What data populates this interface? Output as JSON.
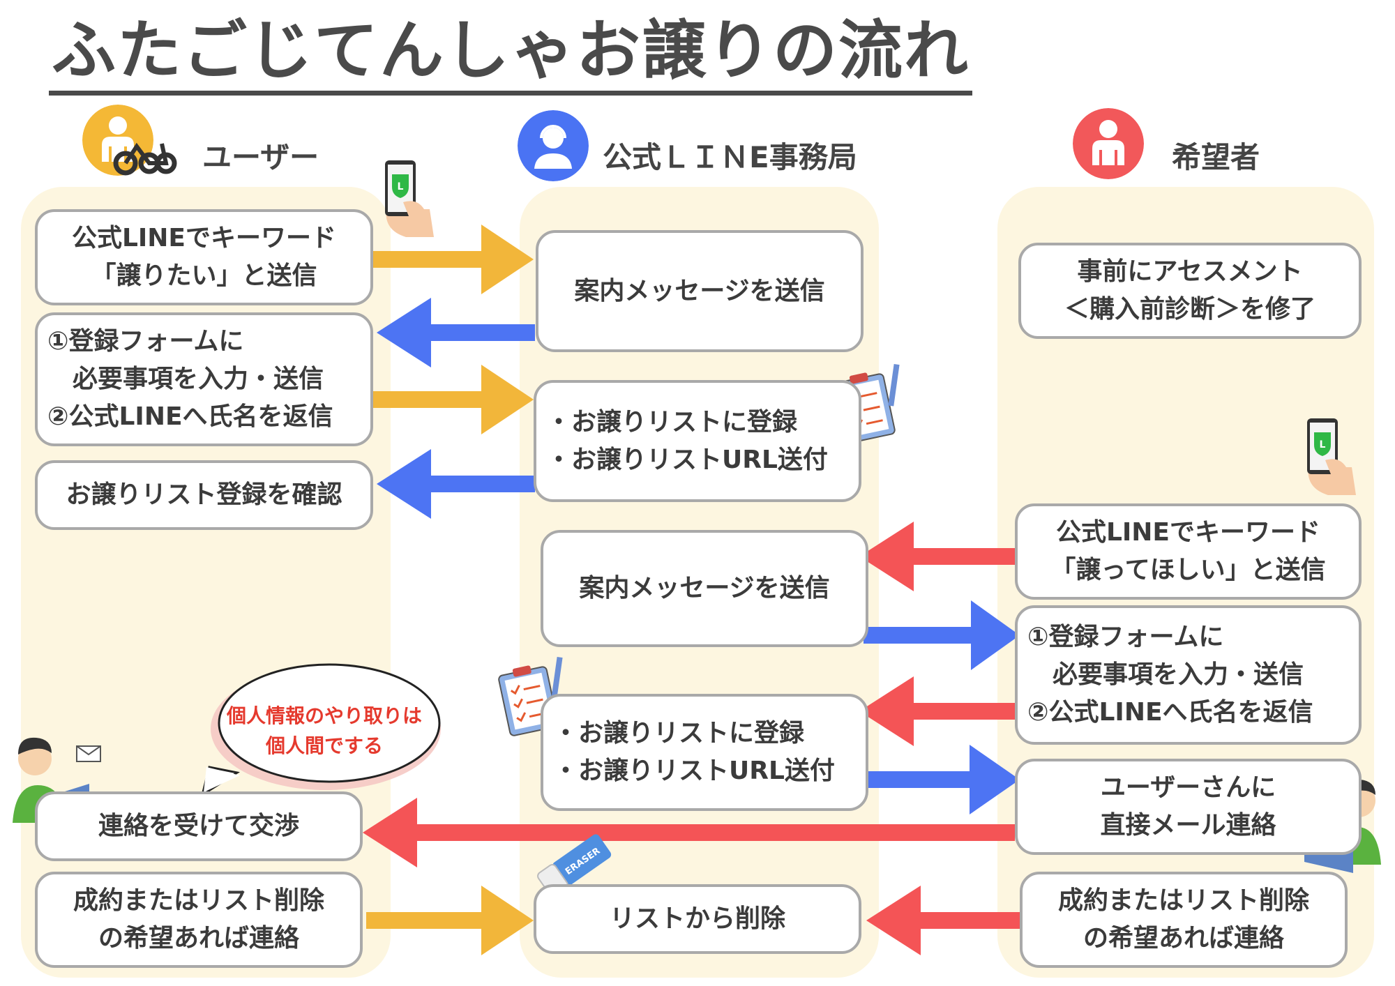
{
  "title": "ふたごじてんしゃお譲りの流れ",
  "lanes": {
    "user": {
      "label": "ユーザー",
      "color": "#f4b836"
    },
    "office": {
      "label": "公式ＬＩＮE事務局",
      "color": "#4a73f3"
    },
    "applicant": {
      "label": "希望者",
      "color": "#f2585a"
    }
  },
  "user_steps": [
    "公式LINEでキーワード\n「譲りたい」と送信",
    "①登録フォームに\n　必要事項を入力・送信\n②公式LINEへ氏名を返信",
    "お譲りリスト登録を確認",
    "連絡を受けて交渉",
    "成約またはリスト削除\nの希望あれば連絡"
  ],
  "office_steps": [
    "案内メッセージを送信",
    "・お譲りリストに登録\n・お譲りリストURL送付",
    "案内メッセージを送信",
    "・お譲りリストに登録\n・お譲りリストURL送付",
    "リストから削除"
  ],
  "applicant_steps": [
    "事前にアセスメント\n＜購入前診断＞を修了",
    "公式LINEでキーワード\n「譲ってほしい」と送信",
    "①登録フォームに\n　必要事項を入力・送信\n②公式LINEへ氏名を返信",
    "ユーザーさんに\n直接メール連絡",
    "成約またはリスト削除\nの希望あれば連絡"
  ],
  "speech_bubble": "個人情報のやり取りは\n個人間でする",
  "illustrations": {
    "phone_line_icon": "L",
    "eraser_label": "ERASER"
  },
  "colors": {
    "yellow_arrow": "#f2b63a",
    "blue_arrow": "#4d74f3",
    "red_arrow": "#f45456",
    "lane_bg": "#fdf6e0",
    "box_border": "#a9a9a9"
  }
}
